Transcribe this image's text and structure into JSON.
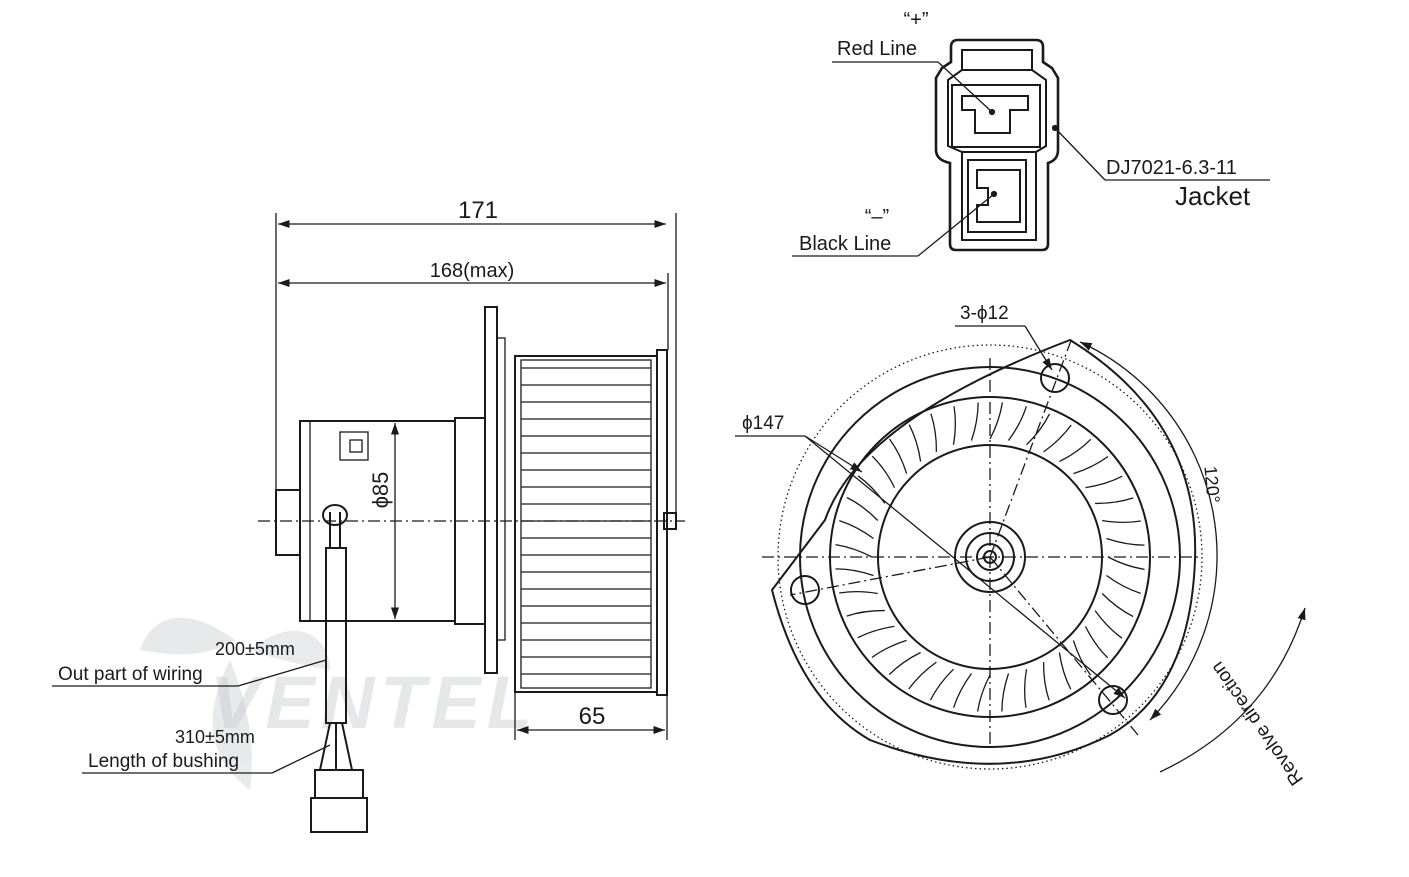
{
  "watermark": {
    "text": "VENTEL",
    "color": "#c9ccd0",
    "accent": "#7cc3ea"
  },
  "side_view": {
    "dim_overall": "171",
    "dim_max": "168(max)",
    "dim_diameter": "ϕ85",
    "dim_rotor": "65",
    "wire_length": "200±5mm",
    "wire_label": "Out part of wiring",
    "bushing_length": "310±5mm",
    "bushing_label": "Length of bushing"
  },
  "connector": {
    "plus_mark": "“+”",
    "red_line": "Red Line",
    "minus_mark": "“–”",
    "black_line": "Black Line",
    "jacket_code": "DJ7021-6.3-11",
    "jacket_label": "Jacket"
  },
  "front_view": {
    "holes": "3-ϕ12",
    "diameter": "ϕ147",
    "angle": "120°",
    "rotation": "Revolve direction"
  }
}
